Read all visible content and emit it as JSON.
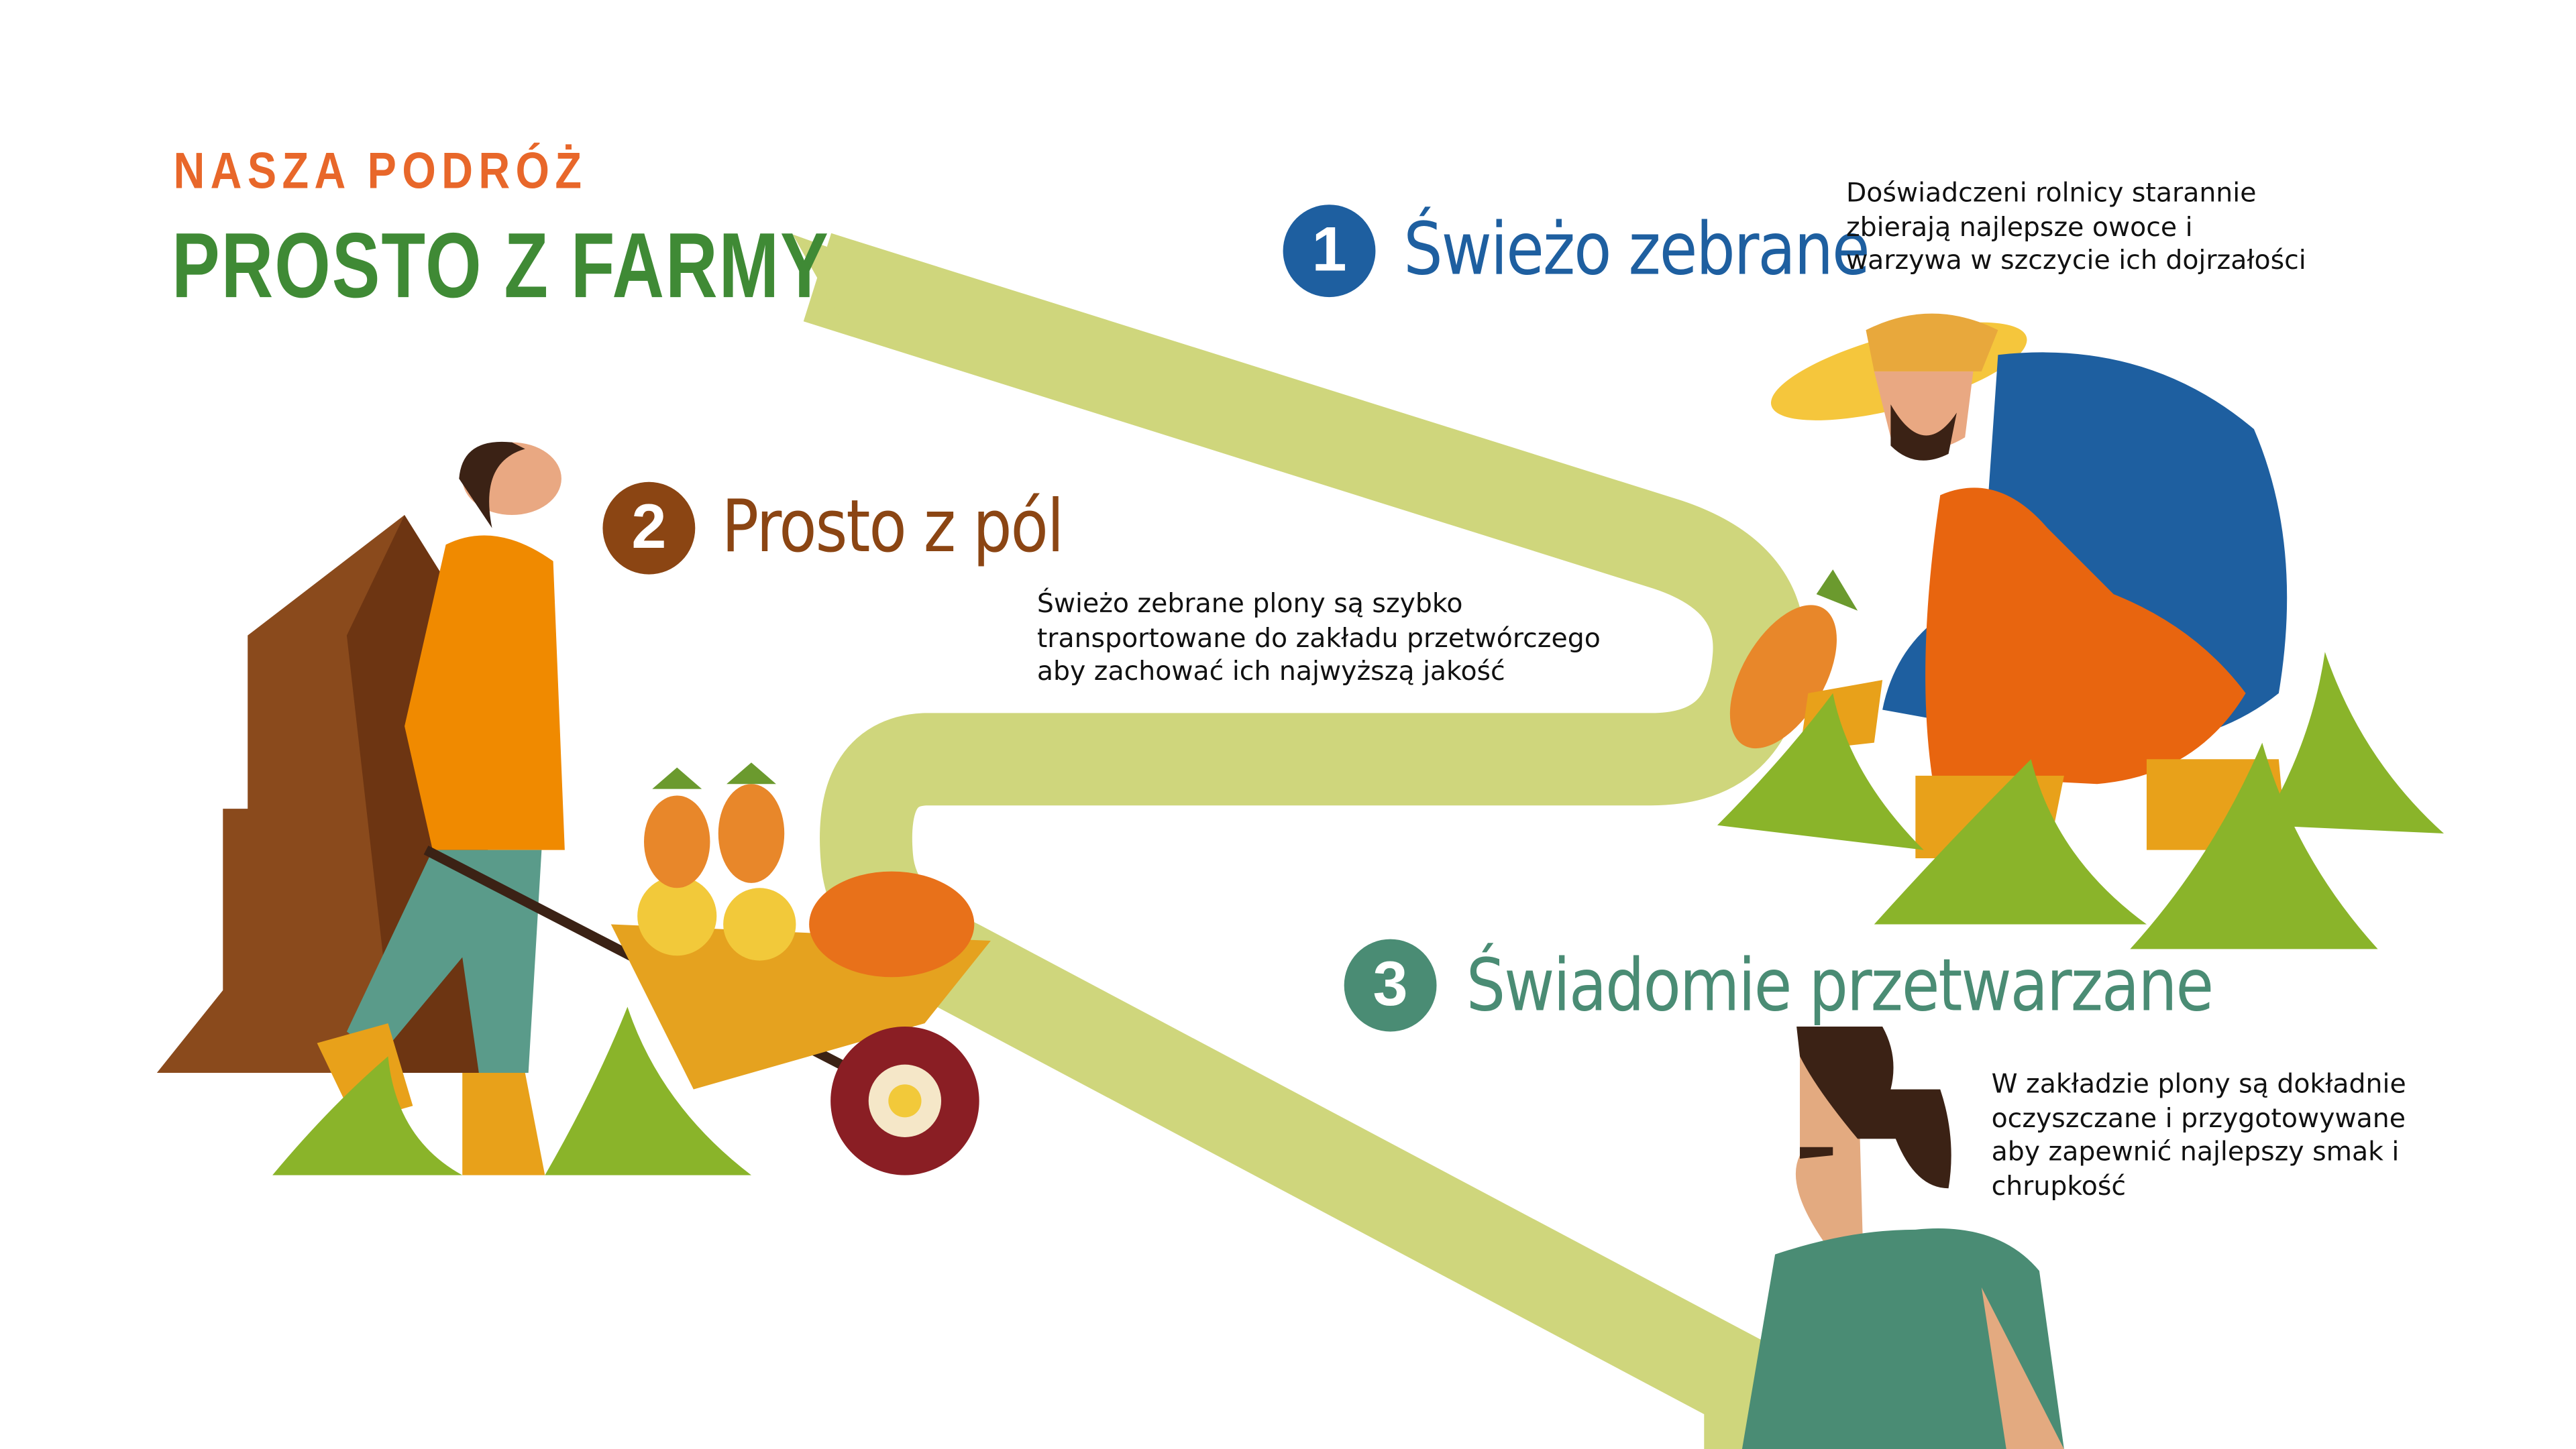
{
  "header": {
    "kicker": "NASZA PODRÓŻ",
    "title": "PROSTO Z FARMY"
  },
  "steps": [
    {
      "number": "1",
      "title": "Świeżo zebrane",
      "description": "Doświadczeni rolnicy starannie\nzbierają najlepsze owoce i\nwarzywa w szczycie ich dojrzałości",
      "color": "#1e5fa0"
    },
    {
      "number": "2",
      "title": "Prosto z pól",
      "description": "Świeżo zebrane plony są szybko\ntransportowane do zakładu przetwórczego\naby zachować ich najwyższą jakość",
      "color": "#8b4513"
    },
    {
      "number": "3",
      "title": "Świadomie przetwarzane",
      "description": "W zakładzie plony są dokładnie\noczyszczane i przygotowywane\naby zapewnić najlepszy smak i\nchrupkość",
      "color": "#4a8c74"
    }
  ],
  "colors": {
    "kicker": "#e8672a",
    "title": "#3f8a35",
    "path": "#cfd67c"
  }
}
